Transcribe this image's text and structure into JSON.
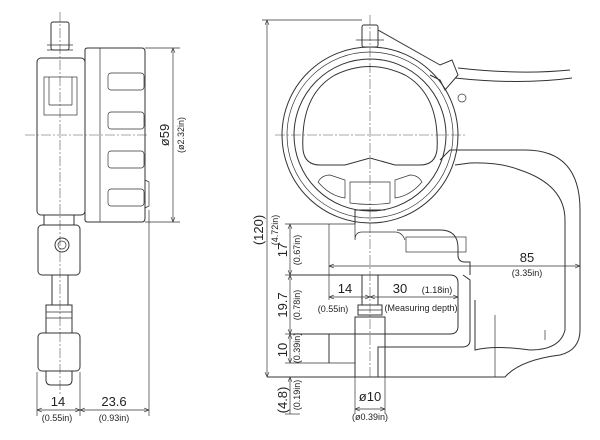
{
  "side_view": {
    "width_body": {
      "value": "14",
      "inch": "(0.55in)"
    },
    "width_dial": {
      "value": "23.6",
      "inch": "(0.93in)"
    },
    "diameter": {
      "value": "ø59",
      "inch": "(ø2.32in)"
    }
  },
  "front_view": {
    "overall_height": {
      "value": "(120)",
      "inch": "(4.72in)"
    },
    "throat_width": {
      "value": "85",
      "inch": "(3.35in)"
    },
    "spindle_offset": {
      "value": "14",
      "inch": "(0.55in)"
    },
    "measuring_depth": {
      "value": "30",
      "inch": "(1.18in)",
      "label": "(Measuring depth)"
    },
    "dim_17": {
      "value": "17",
      "inch": "(0.67in)"
    },
    "dim_19_7": {
      "value": "19.7",
      "inch": "(0.78in)"
    },
    "dim_10": {
      "value": "10",
      "inch": "(0.39in)"
    },
    "dim_4_8": {
      "value": "(4.8)",
      "inch": "(0.19in)"
    },
    "anvil_diameter": {
      "value": "ø10",
      "inch": "(ø0.39in)"
    }
  }
}
